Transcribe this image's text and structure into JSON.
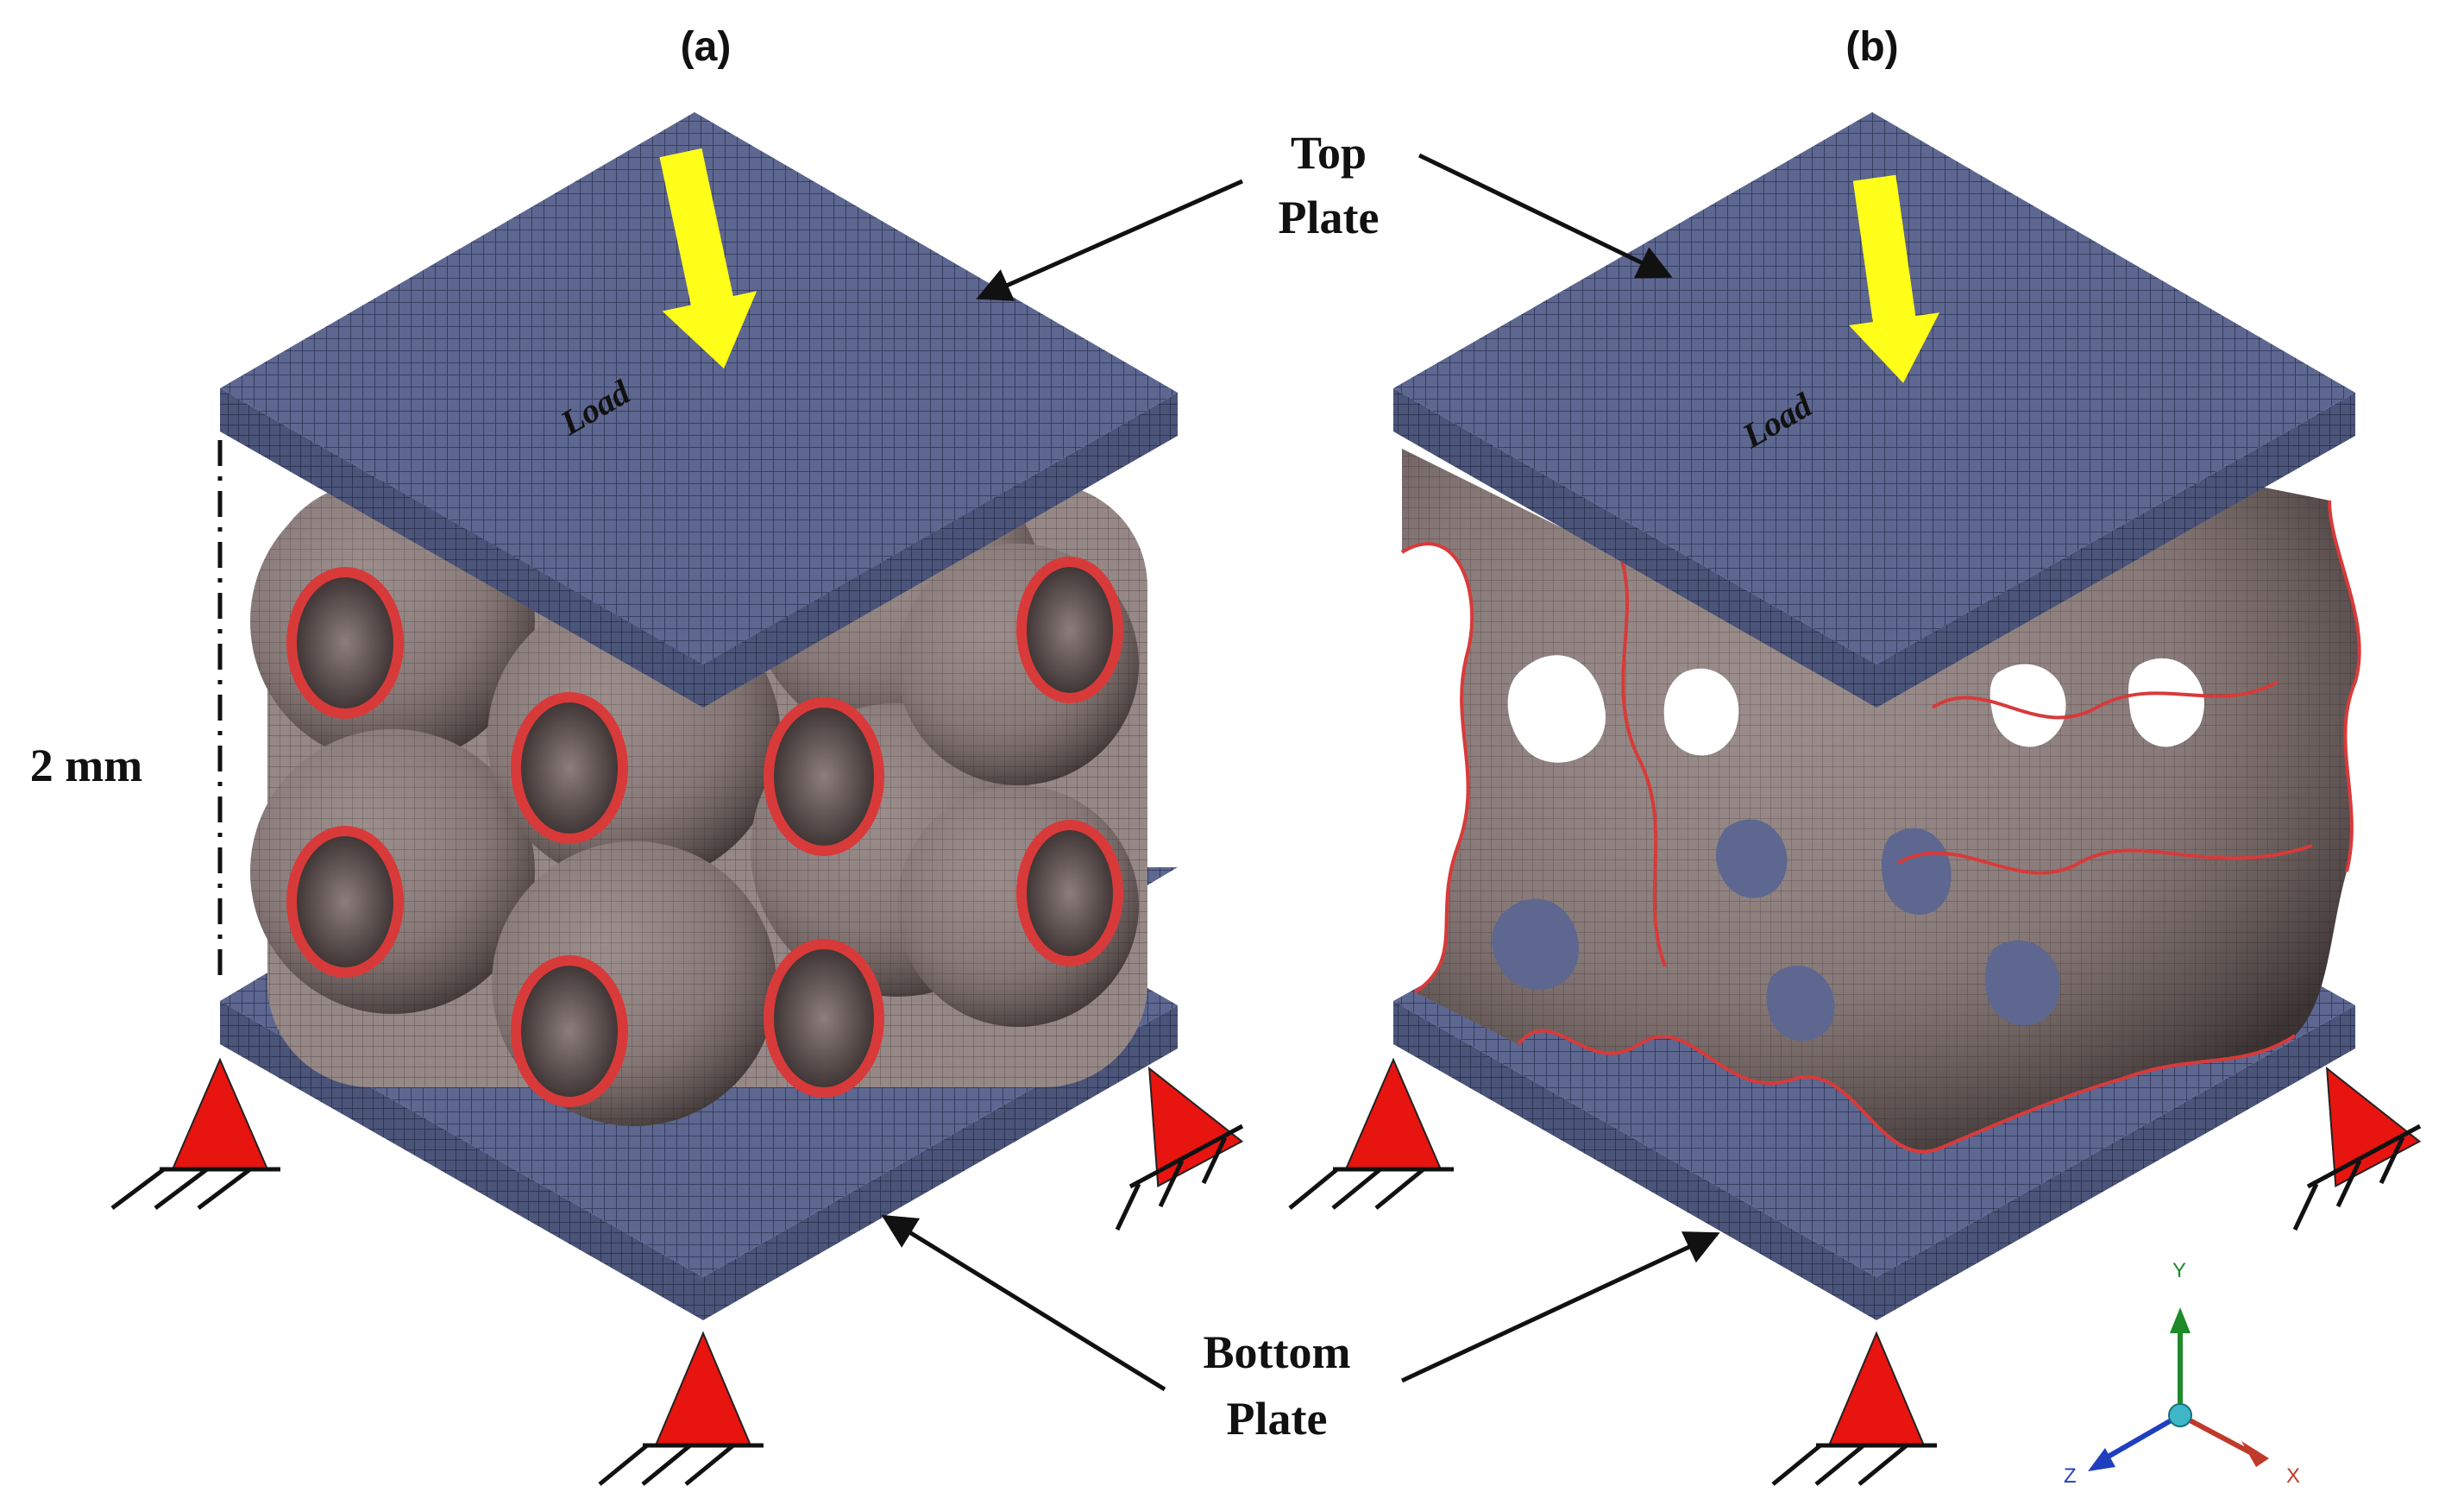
{
  "panels": {
    "a": {
      "label": "(a)",
      "load_label": "Load"
    },
    "b": {
      "label": "(b)",
      "load_label": "Load"
    }
  },
  "callouts": {
    "top_plate": {
      "line1": "Top",
      "line2": "Plate"
    },
    "bottom_plate": {
      "line1": "Bottom",
      "line2": "Plate"
    }
  },
  "dimension": {
    "label": "2 mm"
  },
  "axis_triad": {
    "y": {
      "label": "Y",
      "color": "#1f8a2a"
    },
    "x": {
      "label": "X",
      "color": "#c0392b"
    },
    "z": {
      "label": "Z",
      "color": "#1f3fbf"
    },
    "origin_color": "#3fb6c8"
  },
  "colors": {
    "plate_top": "#5d6790",
    "plate_side": "#4a5378",
    "mesh_line": "#2a3050",
    "lattice_fill": "#9a8c8a",
    "lattice_dark": "#3d3434",
    "lattice_edge": "#d83a3a",
    "load_arrow": "#ffff1a",
    "support": "#e8140f"
  }
}
